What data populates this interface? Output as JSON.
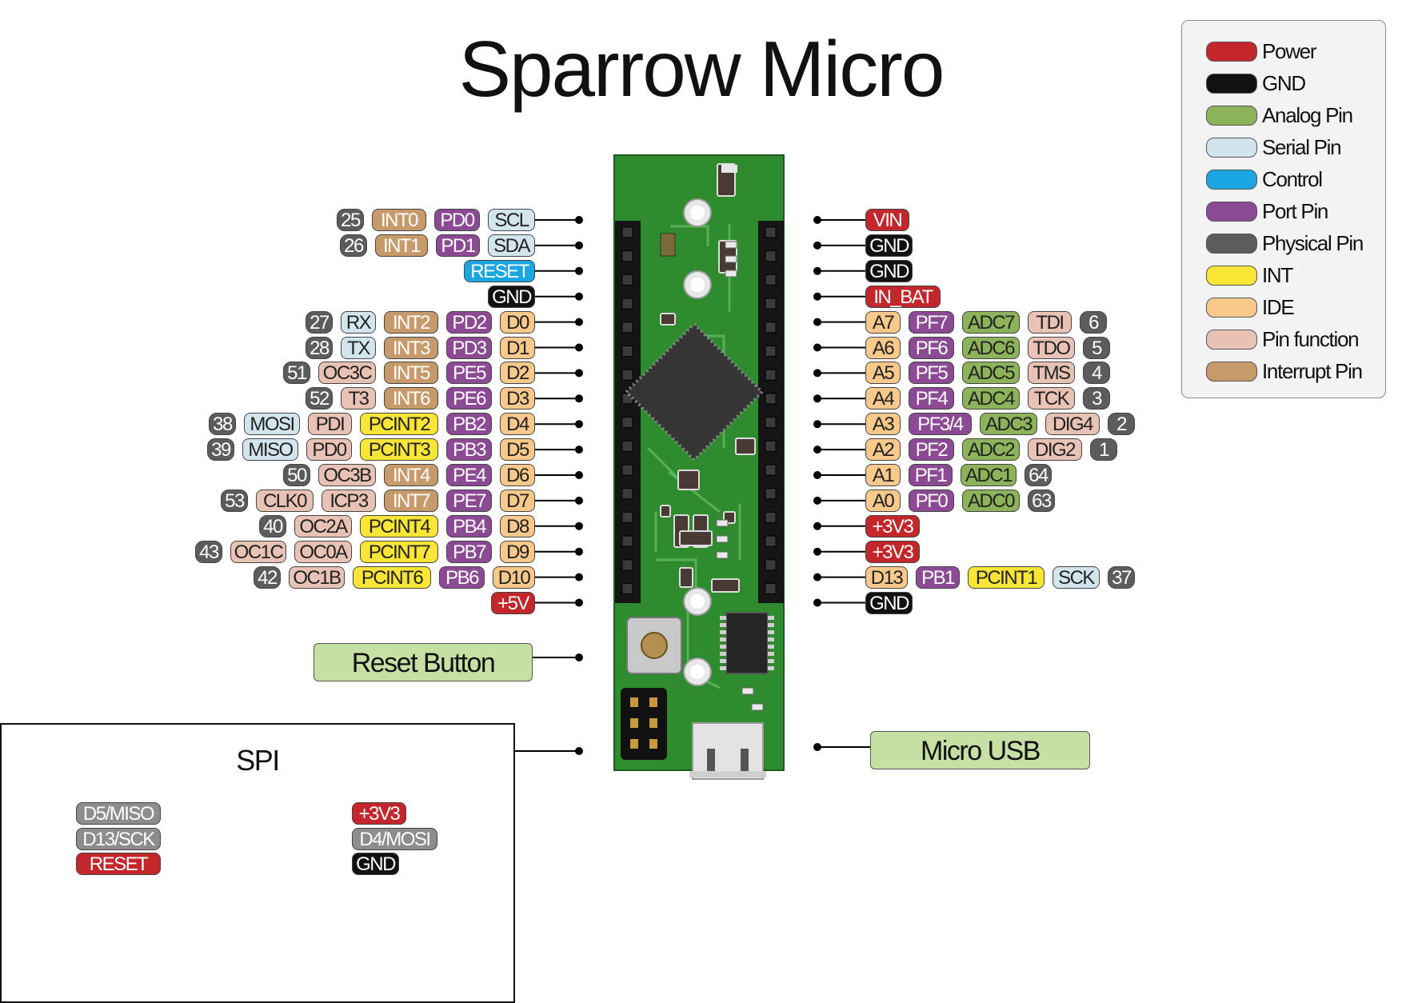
{
  "title": "Sparrow Micro",
  "legend": [
    {
      "label": "Power",
      "color": "#c3262b"
    },
    {
      "label": "GND",
      "color": "#111111"
    },
    {
      "label": "Analog Pin",
      "color": "#8db35a"
    },
    {
      "label": "Serial Pin",
      "color": "#d3e5ec"
    },
    {
      "label": "Control",
      "color": "#1aa6e3"
    },
    {
      "label": "Port Pin",
      "color": "#8c4a94"
    },
    {
      "label": "Physical Pin",
      "color": "#5c5c5c"
    },
    {
      "label": "INT",
      "color": "#f8e535"
    },
    {
      "label": "IDE",
      "color": "#f9c88b"
    },
    {
      "label": "Pin function",
      "color": "#e9c2b6"
    },
    {
      "label": "Interrupt Pin",
      "color": "#c69a6a"
    }
  ],
  "left_pins": [
    [
      [
        "25",
        "phys"
      ],
      [
        "INT0",
        "intpin"
      ],
      [
        "PD0",
        "port"
      ],
      [
        "SCL",
        "serial"
      ]
    ],
    [
      [
        "26",
        "phys"
      ],
      [
        "INT1",
        "intpin"
      ],
      [
        "PD1",
        "port"
      ],
      [
        "SDA",
        "serial"
      ]
    ],
    [
      [
        "RESET",
        "control"
      ]
    ],
    [
      [
        "GND",
        "gnd"
      ]
    ],
    [
      [
        "27",
        "phys"
      ],
      [
        "RX",
        "serial"
      ],
      [
        "INT2",
        "intpin"
      ],
      [
        "PD2",
        "port"
      ],
      [
        "D0",
        "ide"
      ]
    ],
    [
      [
        "28",
        "phys"
      ],
      [
        "TX",
        "serial"
      ],
      [
        "INT3",
        "intpin"
      ],
      [
        "PD3",
        "port"
      ],
      [
        "D1",
        "ide"
      ]
    ],
    [
      [
        "51",
        "phys"
      ],
      [
        "OC3C",
        "func"
      ],
      [
        "INT5",
        "intpin"
      ],
      [
        "PE5",
        "port"
      ],
      [
        "D2",
        "ide"
      ]
    ],
    [
      [
        "52",
        "phys"
      ],
      [
        "T3",
        "func"
      ],
      [
        "INT6",
        "intpin"
      ],
      [
        "PE6",
        "port"
      ],
      [
        "D3",
        "ide"
      ]
    ],
    [
      [
        "38",
        "phys"
      ],
      [
        "MOSI",
        "serial"
      ],
      [
        "PDI",
        "func"
      ],
      [
        "PCINT2",
        "int"
      ],
      [
        "PB2",
        "port"
      ],
      [
        "D4",
        "ide"
      ]
    ],
    [
      [
        "39",
        "phys"
      ],
      [
        "MISO",
        "serial"
      ],
      [
        "PD0",
        "func"
      ],
      [
        "PCINT3",
        "int"
      ],
      [
        "PB3",
        "port"
      ],
      [
        "D5",
        "ide"
      ]
    ],
    [
      [
        "50",
        "phys"
      ],
      [
        "OC3B",
        "func"
      ],
      [
        "INT4",
        "intpin"
      ],
      [
        "PE4",
        "port"
      ],
      [
        "D6",
        "ide"
      ]
    ],
    [
      [
        "53",
        "phys"
      ],
      [
        "CLK0",
        "func"
      ],
      [
        "ICP3",
        "func"
      ],
      [
        "INT7",
        "intpin"
      ],
      [
        "PE7",
        "port"
      ],
      [
        "D7",
        "ide"
      ]
    ],
    [
      [
        "40",
        "phys"
      ],
      [
        "OC2A",
        "func"
      ],
      [
        "PCINT4",
        "int"
      ],
      [
        "PB4",
        "port"
      ],
      [
        "D8",
        "ide"
      ]
    ],
    [
      [
        "43",
        "phys"
      ],
      [
        "OC1C",
        "func"
      ],
      [
        "OC0A",
        "func"
      ],
      [
        "PCINT7",
        "int"
      ],
      [
        "PB7",
        "port"
      ],
      [
        "D9",
        "ide"
      ]
    ],
    [
      [
        "42",
        "phys"
      ],
      [
        "OC1B",
        "func"
      ],
      [
        "PCINT6",
        "int"
      ],
      [
        "PB6",
        "port"
      ],
      [
        "D10",
        "ide"
      ]
    ],
    [
      [
        "+5V",
        "power"
      ]
    ]
  ],
  "right_pins": [
    [
      [
        "VIN",
        "power"
      ]
    ],
    [
      [
        "GND",
        "gnd"
      ]
    ],
    [
      [
        "GND",
        "gnd"
      ]
    ],
    [
      [
        "IN_BAT",
        "power"
      ]
    ],
    [
      [
        "A7",
        "ide"
      ],
      [
        "PF7",
        "port"
      ],
      [
        "ADC7",
        "analog"
      ],
      [
        "TDI",
        "func"
      ],
      [
        "6",
        "phys"
      ]
    ],
    [
      [
        "A6",
        "ide"
      ],
      [
        "PF6",
        "port"
      ],
      [
        "ADC6",
        "analog"
      ],
      [
        "TDO",
        "func"
      ],
      [
        "5",
        "phys"
      ]
    ],
    [
      [
        "A5",
        "ide"
      ],
      [
        "PF5",
        "port"
      ],
      [
        "ADC5",
        "analog"
      ],
      [
        "TMS",
        "func"
      ],
      [
        "4",
        "phys"
      ]
    ],
    [
      [
        "A4",
        "ide"
      ],
      [
        "PF4",
        "port"
      ],
      [
        "ADC4",
        "analog"
      ],
      [
        "TCK",
        "func"
      ],
      [
        "3",
        "phys"
      ]
    ],
    [
      [
        "A3",
        "ide"
      ],
      [
        "PF3/4",
        "port"
      ],
      [
        "ADC3",
        "analog"
      ],
      [
        "DIG4",
        "func"
      ],
      [
        "2",
        "phys"
      ]
    ],
    [
      [
        "A2",
        "ide"
      ],
      [
        "PF2",
        "port"
      ],
      [
        "ADC2",
        "analog"
      ],
      [
        "DIG2",
        "func"
      ],
      [
        "1",
        "phys"
      ]
    ],
    [
      [
        "A1",
        "ide"
      ],
      [
        "PF1",
        "port"
      ],
      [
        "ADC1",
        "analog"
      ],
      [
        "64",
        "phys"
      ]
    ],
    [
      [
        "A0",
        "ide"
      ],
      [
        "PF0",
        "port"
      ],
      [
        "ADC0",
        "analog"
      ],
      [
        "63",
        "phys"
      ]
    ],
    [
      [
        "+3V3",
        "power"
      ]
    ],
    [
      [
        "+3V3",
        "power"
      ]
    ],
    [
      [
        "D13",
        "ide"
      ],
      [
        "PB1",
        "port"
      ],
      [
        "PCINT1",
        "int"
      ],
      [
        "SCK",
        "serial"
      ],
      [
        "37",
        "phys"
      ]
    ],
    [
      [
        "GND",
        "gnd"
      ]
    ]
  ],
  "callouts": {
    "reset_button": "Reset Button",
    "micro_usb": "Micro USB"
  },
  "spi": {
    "title": "SPI",
    "left": [
      [
        "D5/MISO",
        "grey"
      ],
      [
        "D13/SCK",
        "grey"
      ],
      [
        "RESET",
        "power"
      ]
    ],
    "right": [
      [
        "+3V3",
        "power"
      ],
      [
        "D4/MOSI",
        "grey"
      ],
      [
        "GND",
        "gnd"
      ]
    ]
  },
  "colors": {
    "board_green": "#2e8b2e",
    "header_black": "#151515"
  }
}
